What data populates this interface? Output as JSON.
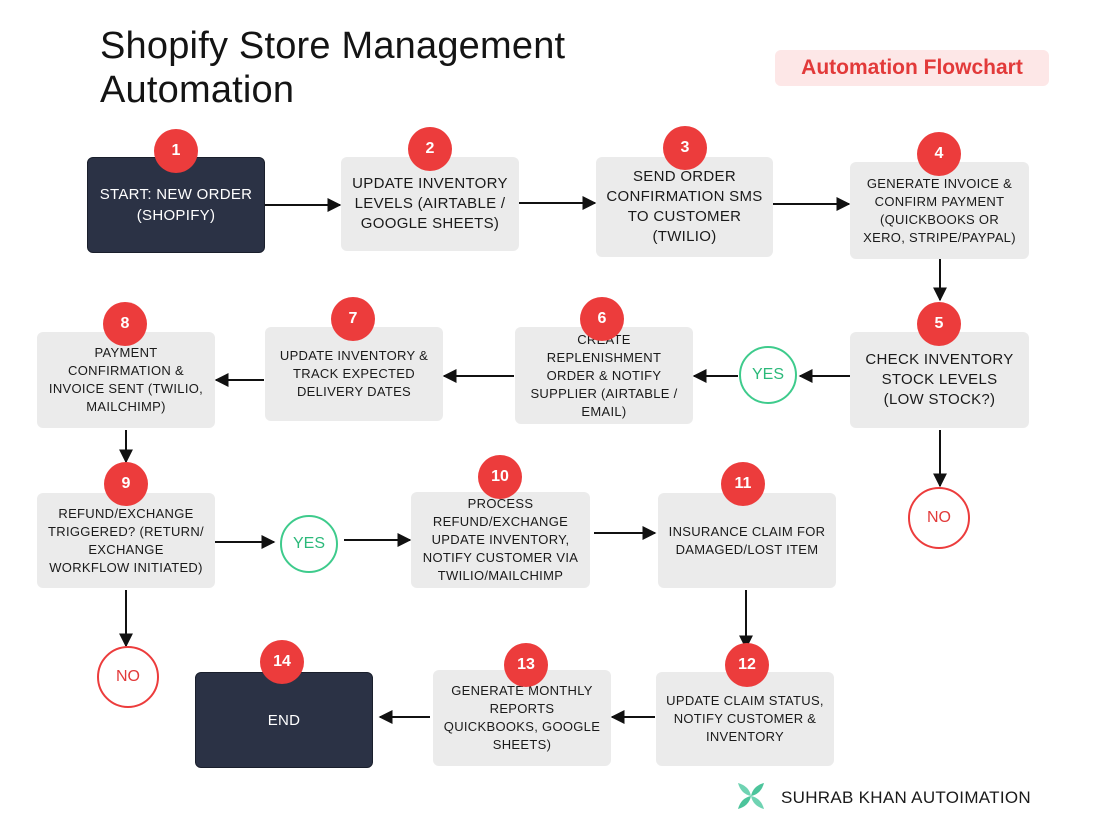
{
  "header": {
    "title": "Shopify Store Management Automation",
    "tag": "Automation Flowchart"
  },
  "steps": [
    {
      "number": "1",
      "label": "START: NEW ORDER (SHOPIFY)"
    },
    {
      "number": "2",
      "label": "UPDATE INVENTORY LEVELS (AIRTABLE / GOOGLE SHEETS)"
    },
    {
      "number": "3",
      "label": "SEND ORDER CONFIRMATION SMS TO CUSTOMER (TWILIO)"
    },
    {
      "number": "4",
      "label": "GENERATE INVOICE & CONFIRM PAYMENT (QUICKBOOKS OR XERO, STRIPE/PAYPAL)"
    },
    {
      "number": "5",
      "label": "CHECK INVENTORY STOCK LEVELS (LOW STOCK?)"
    },
    {
      "number": "6",
      "label": "CREATE REPLENISHMENT ORDER & NOTIFY SUPPLIER (AIRTABLE / EMAIL)"
    },
    {
      "number": "7",
      "label": "UPDATE INVENTORY & TRACK EXPECTED DELIVERY DATES"
    },
    {
      "number": "8",
      "label": "PAYMENT CONFIRMATION & INVOICE SENT (TWILIO, MAILCHIMP)"
    },
    {
      "number": "9",
      "label": "REFUND/EXCHANGE TRIGGERED? (RETURN/ EXCHANGE WORKFLOW INITIATED)"
    },
    {
      "number": "10",
      "label": "PROCESS REFUND/EXCHANGE UPDATE INVENTORY, NOTIFY CUSTOMER VIA TWILIO/MAILCHIMP"
    },
    {
      "number": "11",
      "label": "INSURANCE CLAIM FOR DAMAGED/LOST ITEM"
    },
    {
      "number": "12",
      "label": "UPDATE CLAIM STATUS, NOTIFY CUSTOMER & INVENTORY"
    },
    {
      "number": "13",
      "label": "GENERATE MONTHLY REPORTS QUICKBOOKS, GOOGLE SHEETS)"
    },
    {
      "number": "14",
      "label": "END"
    }
  ],
  "decisions": {
    "yes_label": "YES",
    "no_label": "NO"
  },
  "footer": {
    "brand": "SUHRAB KHAN AUTOIMATION",
    "logo_icon": "x-leaf-logo-icon"
  },
  "colors": {
    "accent_red": "#ec3c3c",
    "yes_green": "#3ecb8c",
    "dark_box": "#2b3245",
    "light_box": "#ebebeb"
  }
}
